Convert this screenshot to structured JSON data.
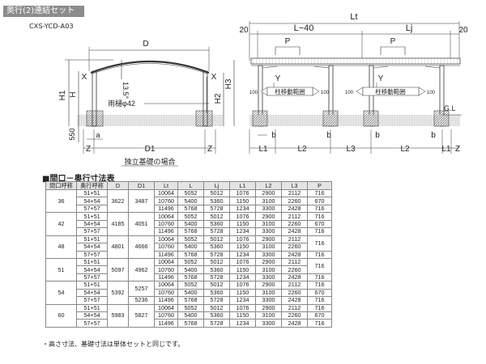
{
  "header": {
    "badge": "奥行(2)連結セット",
    "code": "CXS-YCD-A03"
  },
  "left_diagram": {
    "D": "D",
    "H1": "H1",
    "H": "H",
    "X": "X",
    "angle": "13.5°",
    "gutter": "雨樋φ42",
    "H2": "H2",
    "H3": "H3",
    "ground": "550",
    "a": "a",
    "D1": "D1",
    "Z": "Z",
    "caption": "独立基礎の場合"
  },
  "right_diagram": {
    "Lt": "Lt",
    "L40": "L−40",
    "Lj": "Lj",
    "e20": "20",
    "P": "P",
    "Y": "Y",
    "post_label": "柱移動範囲",
    "s100": "100",
    "gl": "G.L",
    "L1": "L1",
    "L2": "L2",
    "L3": "L3",
    "b": "b",
    "Z": "Z"
  },
  "table": {
    "title": "■間口－奥行寸法表",
    "headers": [
      "間口呼称",
      "奥行呼称",
      "D",
      "D1",
      "Lt",
      "L",
      "Lj",
      "L1",
      "L2",
      "L3",
      "P"
    ],
    "groups": [
      {
        "frontage": "36",
        "D": "3622",
        "D1": "3487",
        "rows": [
          [
            "51+51",
            "10064",
            "5052",
            "5012",
            "1076",
            "2900",
            "2112"
          ],
          [
            "54+54",
            "10760",
            "5400",
            "5360",
            "1150",
            "3100",
            "2260"
          ],
          [
            "57+57",
            "11496",
            "5768",
            "5728",
            "1234",
            "3300",
            "2428"
          ]
        ],
        "P": [
          {
            "v": "716",
            "span": 1
          },
          {
            "v": "670",
            "span": 1
          },
          {
            "v": "716",
            "span": 1
          }
        ]
      },
      {
        "frontage": "42",
        "D": "4185",
        "D1": "4051",
        "rows": [
          [
            "51+51",
            "10064",
            "5052",
            "5012",
            "1076",
            "2900",
            "2112"
          ],
          [
            "54+54",
            "10760",
            "5400",
            "5360",
            "1150",
            "3100",
            "2260"
          ],
          [
            "57+57",
            "11496",
            "5768",
            "5728",
            "1234",
            "3300",
            "2428"
          ]
        ],
        "P": [
          {
            "v": "716",
            "span": 1
          },
          {
            "v": "670",
            "span": 1
          },
          {
            "v": "716",
            "span": 1
          }
        ]
      },
      {
        "frontage": "48",
        "D": "4801",
        "D1": "4666",
        "rows": [
          [
            "51+51",
            "10064",
            "5052",
            "5012",
            "1076",
            "2900",
            "2112"
          ],
          [
            "54+54",
            "10760",
            "5400",
            "5360",
            "1150",
            "3100",
            "2260"
          ],
          [
            "57+57",
            "11496",
            "5768",
            "5728",
            "1234",
            "3300",
            "2428"
          ]
        ],
        "P": [
          {
            "v": "716",
            "span": 2
          },
          {
            "v": "716",
            "span": 1
          }
        ]
      },
      {
        "frontage": "51",
        "D": "5097",
        "D1": "4962",
        "rows": [
          [
            "51+51",
            "10064",
            "5052",
            "5012",
            "1076",
            "2900",
            "2112"
          ],
          [
            "54+54",
            "10760",
            "5400",
            "5360",
            "1150",
            "3100",
            "2260"
          ],
          [
            "57+57",
            "11496",
            "5768",
            "5728",
            "1234",
            "3300",
            "2428"
          ]
        ],
        "P": [
          {
            "v": "716",
            "span": 2
          },
          {
            "v": "716",
            "span": 1
          }
        ]
      },
      {
        "frontage": "54",
        "D": "5392",
        "D1a": "5257",
        "D1b": "5236",
        "rows": [
          [
            "51+51",
            "10064",
            "5052",
            "5012",
            "1076",
            "2900",
            "2112"
          ],
          [
            "54+54",
            "10760",
            "5400",
            "5360",
            "1150",
            "3100",
            "2260"
          ],
          [
            "57+57",
            "11496",
            "5768",
            "5728",
            "1234",
            "3300",
            "2428"
          ]
        ],
        "P": [
          {
            "v": "716",
            "span": 1
          },
          {
            "v": "670",
            "span": 1
          },
          {
            "v": "716",
            "span": 1
          }
        ]
      },
      {
        "frontage": "60",
        "D": "5983",
        "D1": "5827",
        "rows": [
          [
            "51+51",
            "10064",
            "5052",
            "5012",
            "1076",
            "2900",
            "2112"
          ],
          [
            "54+54",
            "10760",
            "5400",
            "5360",
            "1150",
            "3100",
            "2260"
          ],
          [
            "57+57",
            "11496",
            "5768",
            "5728",
            "1234",
            "3300",
            "2428"
          ]
        ],
        "P": [
          {
            "v": "716",
            "span": 1
          },
          {
            "v": "670",
            "span": 1
          },
          {
            "v": "716",
            "span": 1
          }
        ]
      }
    ]
  },
  "footnote": "・高さ寸法、基礎寸法は単体セットと同じです。"
}
